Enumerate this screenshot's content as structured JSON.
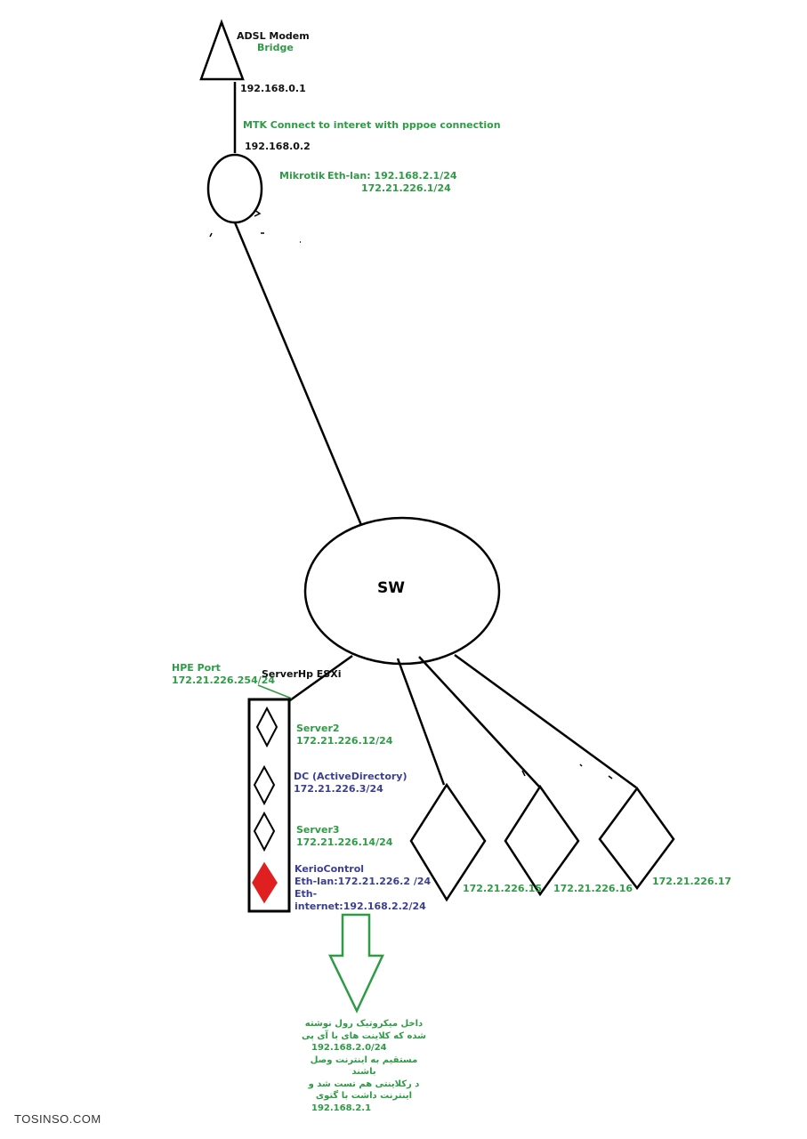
{
  "modem": {
    "name": "ADSL Modem",
    "mode": "Bridge",
    "ip": "192.168.0.1"
  },
  "link_note": "MTK Connect to interet with pppoe connection",
  "mikrotik": {
    "wan_ip": "192.168.0.2",
    "name": "Mikrotik",
    "lan1": "Eth-lan: 192.168.2.1/24",
    "lan2": "172.21.226.1/24"
  },
  "switch": {
    "name": "SW"
  },
  "server": {
    "hpe_port_label": "HPE Port",
    "hpe_port_ip": "172.21.226.254/24",
    "title": "ServerHp ESXi",
    "vms": [
      {
        "name": "Server2",
        "ip": "172.21.226.12/24"
      },
      {
        "name": "DC (ActiveDirectory)",
        "ip": "172.21.226.3/24"
      },
      {
        "name": "Server3",
        "ip": "172.21.226.14/24"
      },
      {
        "name": "KerioControl",
        "line1": "Eth-lan:172.21.226.2 /24",
        "line2": "Eth-",
        "line3": "internet:192.168.2.2/24"
      }
    ]
  },
  "clients": [
    "172.21.226.15",
    "172.21.226.16",
    "172.21.226.17"
  ],
  "note_fa": [
    "داخل میکروتیک رول نوشته",
    "شده که کلاینت های با آی پی",
    "192.168.2.0/24",
    "مستقیم به اینترنت وصل باشند",
    "د رکلاینتی هم تست شد و",
    "اینترنت داشت با گتوی",
    "192.168.2.1"
  ],
  "watermark": "TOSINSO.COM",
  "colors": {
    "green": "#2e9b45",
    "blue": "#3b3f8f",
    "kerio": "#e02020"
  }
}
